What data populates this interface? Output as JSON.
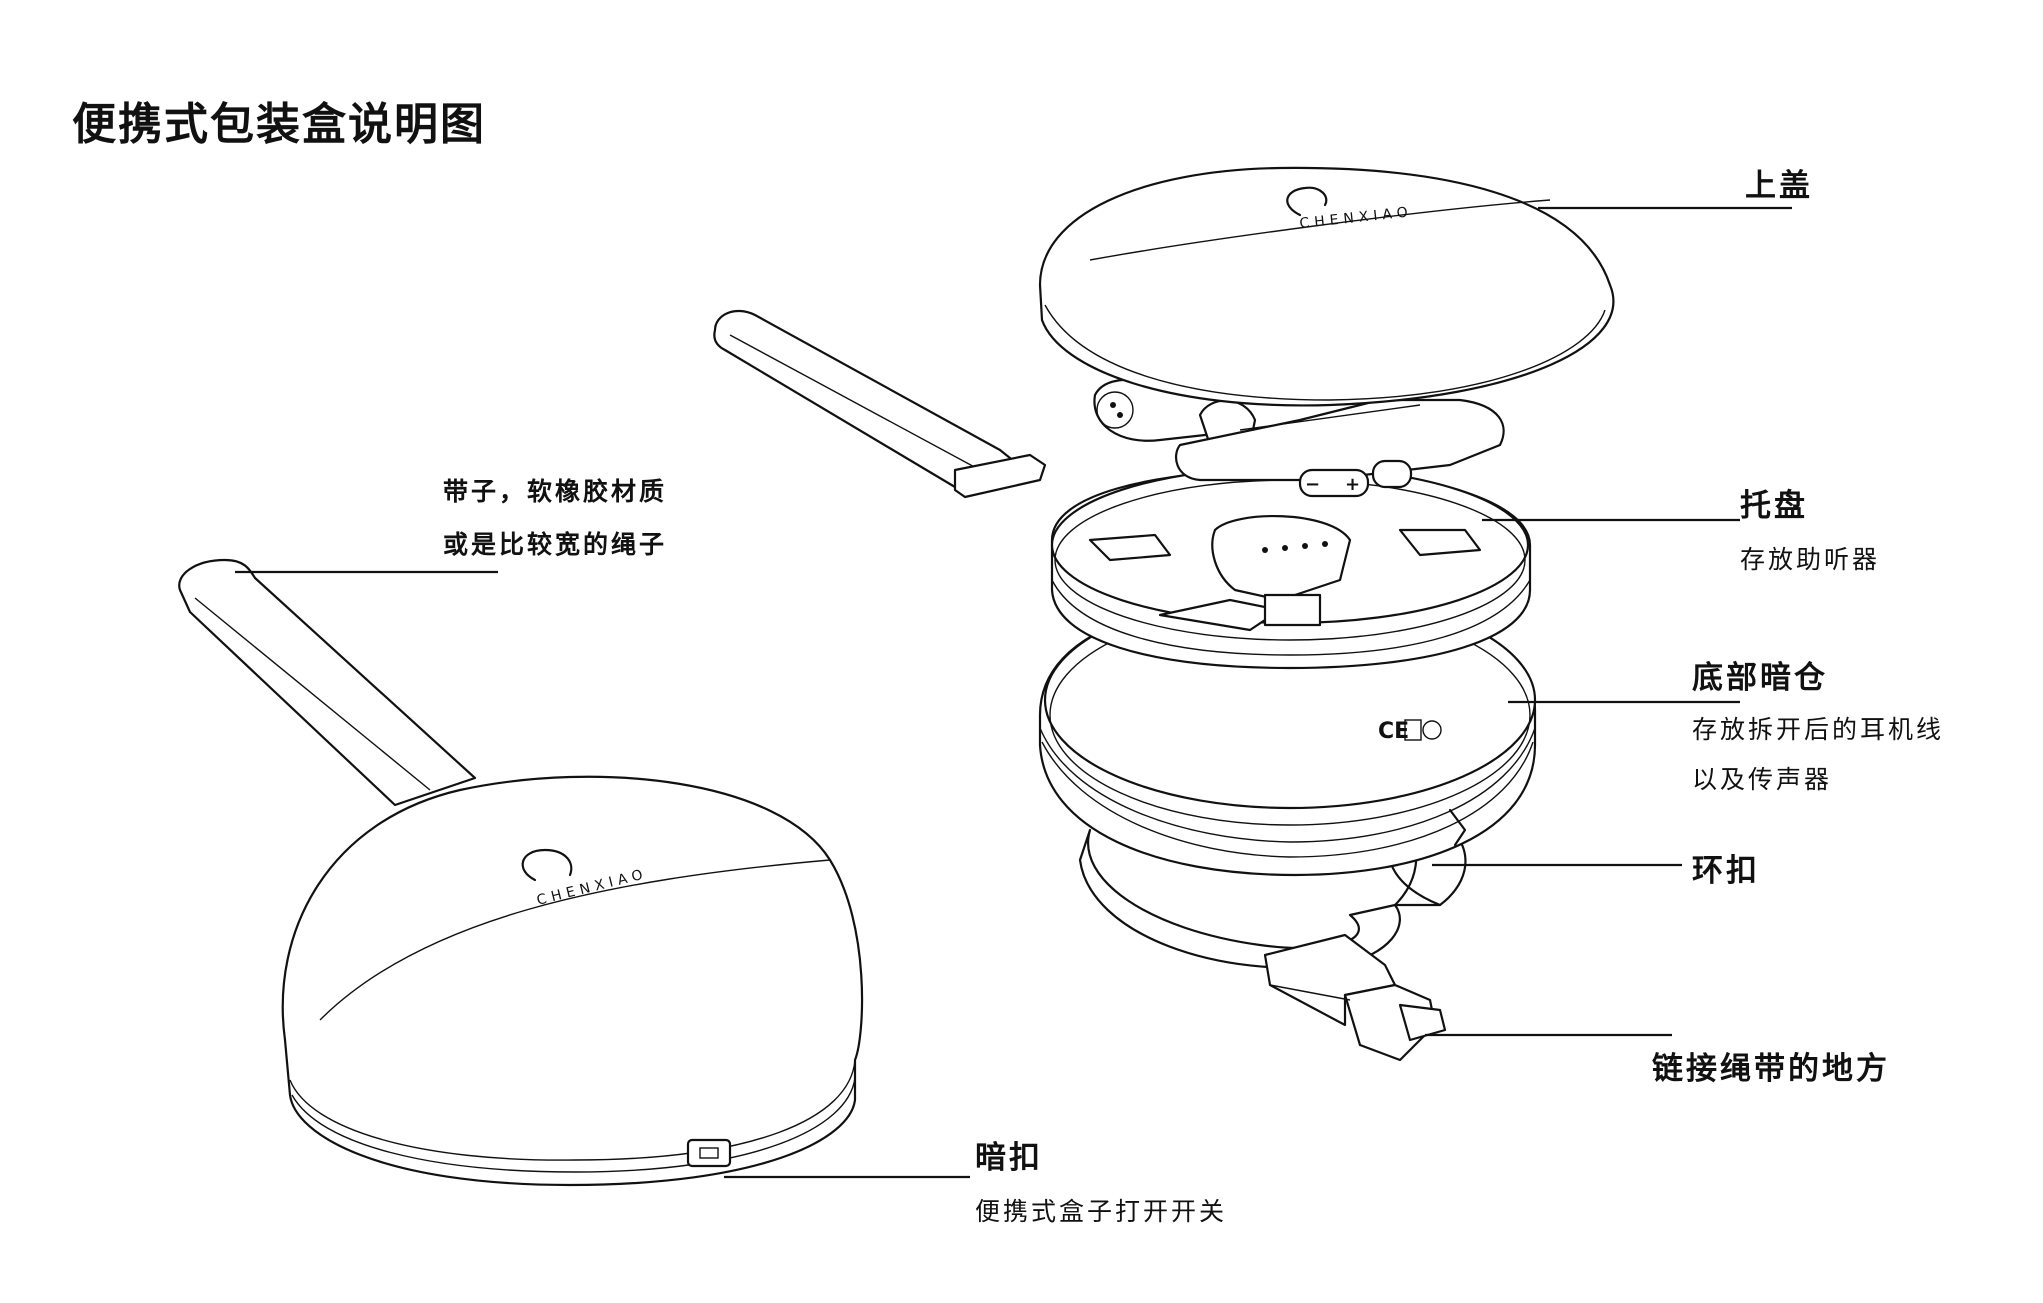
{
  "title": "便携式包装盒说明图",
  "brand": "CHENXIAO",
  "labels": {
    "top_cover": "上盖",
    "tray": "托盘",
    "tray_desc": "存放助听器",
    "bottom_compartment": "底部暗仓",
    "bottom_desc_1": "存放拆开后的耳机线",
    "bottom_desc_2": "以及传声器",
    "ring_buckle": "环扣",
    "strap_joint": "链接绳带的地方",
    "strap_1": "带子，软橡胶材质",
    "strap_2": "或是比较宽的绳子",
    "hidden_clasp": "暗扣",
    "hidden_clasp_desc": "便携式盒子打开开关"
  }
}
